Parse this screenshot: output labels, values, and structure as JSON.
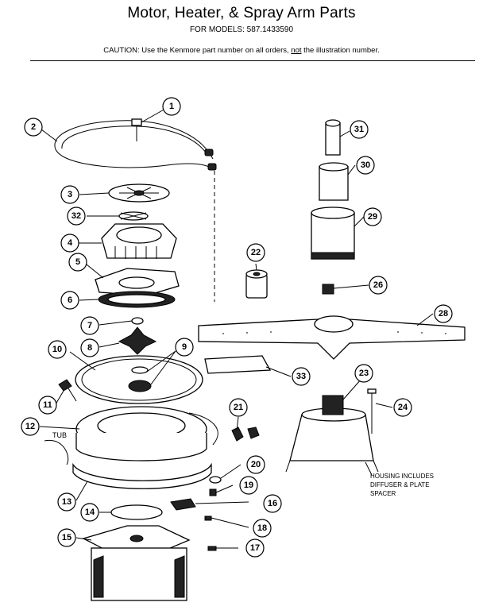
{
  "header": {
    "title": "Motor, Heater, & Spray Arm Parts",
    "models": "FOR MODELS:  587.1433590",
    "caution_prefix": "CAUTION:  Use the Kenmore part number on all orders, ",
    "caution_not": "not",
    "caution_suffix": " the illustration number."
  },
  "labels": {
    "tub": "TUB",
    "housing_line1": "HOUSING INCLUDES",
    "housing_line2": "DIFFUSER & PLATE",
    "housing_line3": "SPACER"
  },
  "callouts": [
    "1",
    "2",
    "3",
    "4",
    "5",
    "6",
    "7",
    "8",
    "9",
    "10",
    "11",
    "12",
    "13",
    "14",
    "15",
    "16",
    "17",
    "18",
    "19",
    "20",
    "21",
    "22",
    "23",
    "24",
    "26",
    "28",
    "29",
    "30",
    "31",
    "32",
    "33"
  ]
}
